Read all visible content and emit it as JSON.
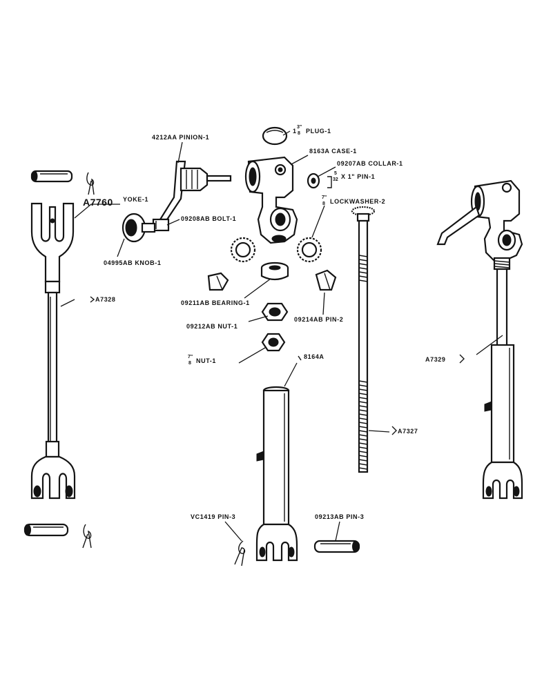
{
  "colors": {
    "ink": "#141414",
    "paper": "#ffffff"
  },
  "labels": {
    "pinion": "4212AA PINION-1",
    "plug_pre": "1",
    "plug_frac_num": "3\"",
    "plug_frac_den": "8",
    "plug_post": "PLUG-1",
    "case": "8163A CASE-1",
    "collar": "09207AB COLLAR-1",
    "pin1_num": "5",
    "pin1_den": "32",
    "pin1_post": "X 1\" PIN-1",
    "lockwasher_num": "7\"",
    "lockwasher_den": "8",
    "lockwasher_post": "LOCKWASHER-2",
    "a7760": "A7760",
    "yoke": "YOKE-1",
    "bolt": "09208AB BOLT-1",
    "knob": "04995AB KNOB-1",
    "a7328": "A7328",
    "bearing": "09211AB BEARING-1",
    "nut1": "09212AB NUT-1",
    "pin2": "09214AB PIN-2",
    "nut2_num": "7\"",
    "nut2_den": "8",
    "nut2_post": "NUT-1",
    "a8164": "8164A",
    "a7329": "A7329",
    "a7327": "A7327",
    "vc1419": "VC1419 PIN-3",
    "pin3b": "09213AB PIN-3"
  }
}
